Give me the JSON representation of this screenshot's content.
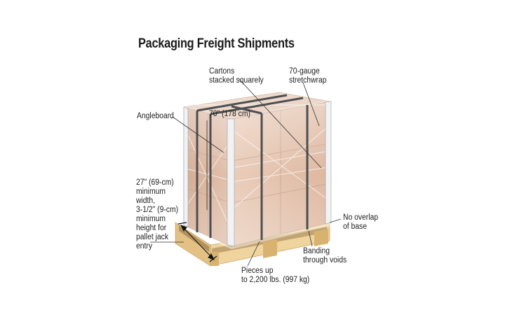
{
  "title": "Packaging Freight Shipments",
  "labels": {
    "cartons": "Cartons\nstacked squarely",
    "stretchwrap": "70-gauge\nstretchwrap",
    "angleboard": "Angleboard",
    "height": "70\" (178 cm)",
    "pallet_width": "27\" (69-cm)\nminimum\nwidth,\n3-1/2\" (9-cm)\nminimum\nheight for\npallet jack\nentry",
    "no_overlap": "No overlap\nof base",
    "banding": "Banding\nthrough voids",
    "weight": "Pieces up\nto 2,200 lbs. (997 kg)"
  },
  "colors": {
    "carton_front": "#d9ab8c",
    "carton_side": "#c99778",
    "carton_top": "#e6c4ad",
    "pallet": "#e8c98f",
    "band": "#4d4f52",
    "leader": "#333333"
  }
}
